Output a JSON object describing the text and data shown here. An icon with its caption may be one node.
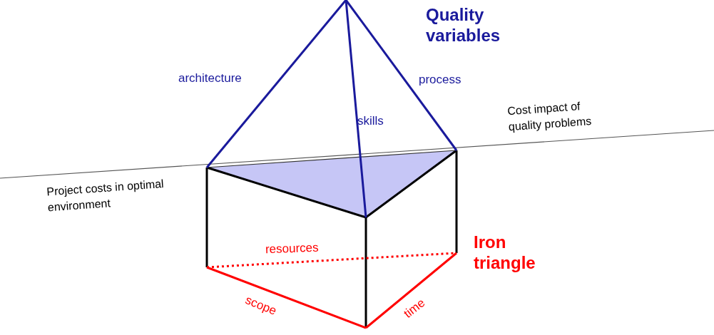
{
  "diagram": {
    "labels": [
      "Quality variables",
      "architecture",
      "process",
      "skills",
      "Cost impact of quality problems",
      "Project costs in optimal environment",
      "resources",
      "Iron triangle",
      "scope",
      "time"
    ]
  }
}
